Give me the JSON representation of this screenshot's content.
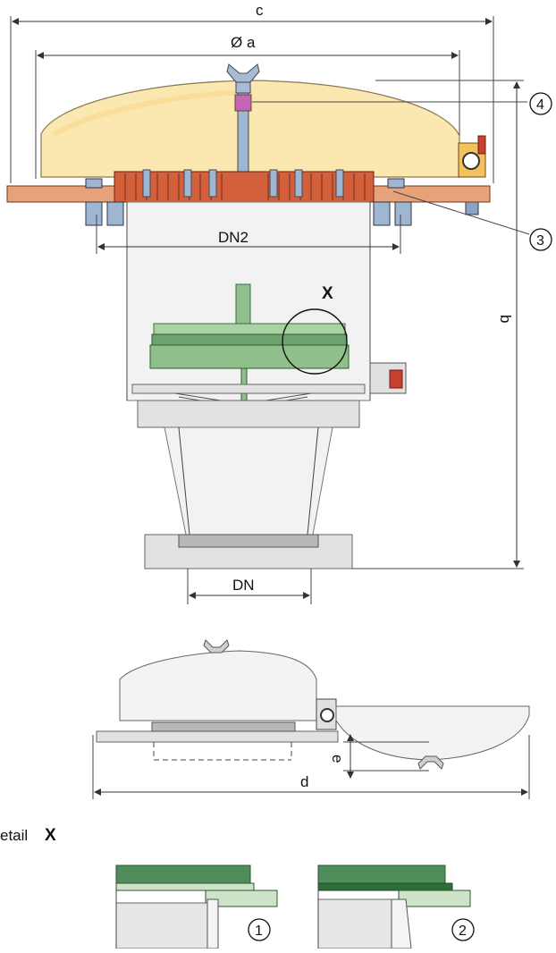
{
  "labels": {
    "dim_c": "c",
    "dim_a": "Ø a",
    "dim_b": "b",
    "dim_d": "d",
    "dim_e": "e",
    "dn2": "DN2",
    "dn": "DN",
    "detail_marker": "X",
    "detail_prefix": "etail",
    "detail_letter": "X"
  },
  "callouts": [
    "1",
    "2",
    "3",
    "4"
  ],
  "colors": {
    "hood": "#fbe7b0",
    "hood_stroke": "#8a7a55",
    "flame_arrester": "#d2603b",
    "valve_disc": "#8fbf8a",
    "valve_disc_dark": "#3f7d48",
    "flange": "#e8a27a",
    "detail_green": "#4f8d5a",
    "detail_light_green": "#cfe3c8"
  }
}
